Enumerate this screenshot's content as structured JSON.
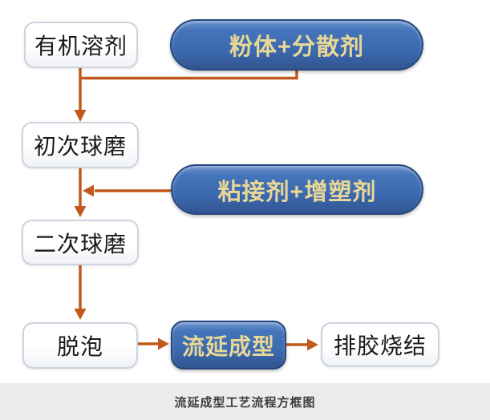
{
  "diagram": {
    "title": "流延成型工艺流程方框图",
    "nodes": [
      {
        "id": "organic-solvent",
        "label": "有机溶剂",
        "type": "process-box"
      },
      {
        "id": "powder-dispersant",
        "label": "粉体+分散剂",
        "type": "input-pill"
      },
      {
        "id": "first-ball-milling",
        "label": "初次球磨",
        "type": "process-box"
      },
      {
        "id": "binder-plasticizer",
        "label": "粘接剂+增塑剂",
        "type": "input-pill"
      },
      {
        "id": "second-ball-milling",
        "label": "二次球磨",
        "type": "process-box"
      },
      {
        "id": "defoaming",
        "label": "脱泡",
        "type": "process-box"
      },
      {
        "id": "tape-casting",
        "label": "流延成型",
        "type": "highlight-pill"
      },
      {
        "id": "debinding-sintering",
        "label": "排胶烧结",
        "type": "process-box"
      }
    ],
    "edges": [
      {
        "from": "有机溶剂",
        "to": "初次球磨"
      },
      {
        "from": "粉体+分散剂",
        "to": "初次球磨"
      },
      {
        "from": "初次球磨",
        "to": "二次球磨"
      },
      {
        "from": "粘接剂+增塑剂",
        "to": "二次球磨"
      },
      {
        "from": "二次球磨",
        "to": "脱泡"
      },
      {
        "from": "脱泡",
        "to": "流延成型"
      },
      {
        "from": "流延成型",
        "to": "排胶烧结"
      }
    ]
  },
  "colors": {
    "arrow-color": "#c05a1c",
    "pill-fill": "#3e6cb4",
    "pill-border": "#27477c",
    "pill-text": "#e9d795",
    "box-border": "#ccd4e0",
    "box-text": "#1a1a1a",
    "caption-bg": "#ececec",
    "caption-text": "#3d3d3d"
  }
}
